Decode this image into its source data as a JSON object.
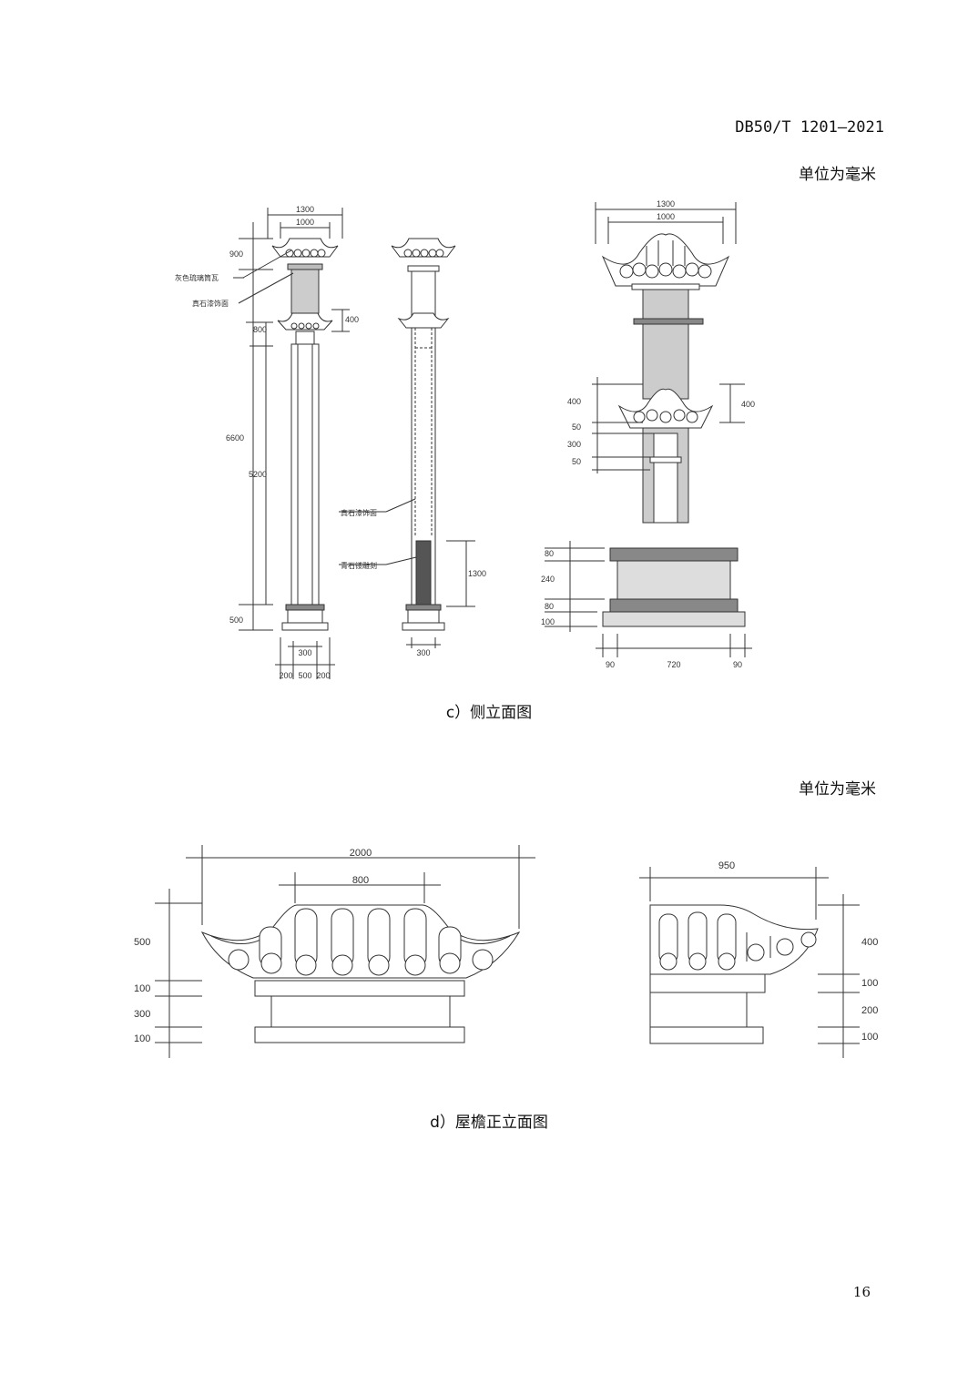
{
  "header": {
    "doc_code": "DB50/T 1201—2021"
  },
  "section_c": {
    "unit_label": "单位为毫米",
    "caption": "c）侧立面图",
    "left_dims": {
      "top_w1": "1300",
      "top_w2": "1000",
      "h_900": "900",
      "h_800": "800",
      "h_400": "400",
      "h_6600": "6600",
      "h_5200": "5200",
      "h_500": "500",
      "base_300": "300",
      "b_200a": "200",
      "b_500": "500",
      "b_200b": "200",
      "note_tile": "灰色琉璃筒瓦",
      "note_stone": "真石漆饰面"
    },
    "mid_dims": {
      "note_stone": "真石漆饰面",
      "note_carve": "青石镂雕刻",
      "h_1300": "1300",
      "base_300": "300"
    },
    "right_dims": {
      "top_w1": "1300",
      "top_w2": "1000",
      "h_400a": "400",
      "h_400b": "400",
      "h_50a": "50",
      "h_300": "300",
      "h_50b": "50",
      "b_80a": "80",
      "b_240": "240",
      "b_80b": "80",
      "b_100": "100",
      "w_90a": "90",
      "w_720": "720",
      "w_90b": "90"
    }
  },
  "section_d": {
    "unit_label": "单位为毫米",
    "caption": "d）屋檐正立面图",
    "front": {
      "w_2000": "2000",
      "w_800": "800",
      "h_500": "500",
      "h_100a": "100",
      "h_300": "300",
      "h_100b": "100"
    },
    "side": {
      "w_950": "950",
      "h_400": "400",
      "h_100a": "100",
      "h_200": "200",
      "h_100b": "100"
    }
  },
  "footer": {
    "page_number": "16"
  }
}
